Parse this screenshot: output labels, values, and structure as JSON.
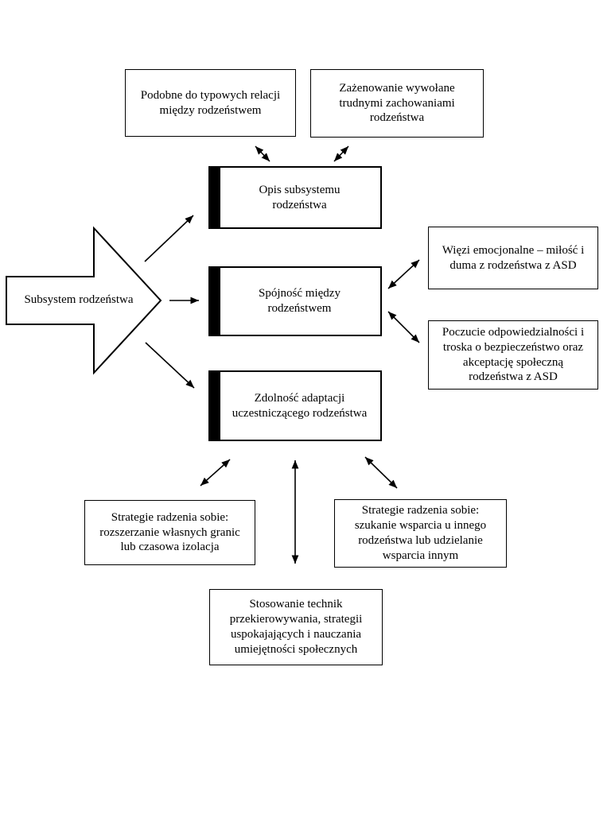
{
  "diagram": {
    "source": {
      "label": "Subsystem rodzeństwa"
    },
    "top_boxes": [
      {
        "label": "Podobne do typowych relacji\nmiędzy rodzeństwem"
      },
      {
        "label": "Zażenowanie wywołane\ntrudnymi zachowaniami\nrodzeństwa"
      }
    ],
    "center_boxes": [
      {
        "label": "Opis subsystemu\nrodzeństwa"
      },
      {
        "label": "Spójność między\nrodzeństwem"
      },
      {
        "label": "Zdolność adaptacji\nuczestniczącego rodzeństwa"
      }
    ],
    "right_boxes": [
      {
        "label": "Więzi emocjonalne – miłość i\nduma z rodzeństwa z ASD"
      },
      {
        "label": "Poczucie odpowiedzialności i\ntroska o bezpieczeństwo oraz\nakceptację społeczną\nrodzeństwa z ASD"
      }
    ],
    "bottom_boxes": [
      {
        "label": "Strategie radzenia sobie:\nrozszerzanie własnych granic\nlub czasowa izolacja"
      },
      {
        "label": "Strategie radzenia sobie:\nszukanie wsparcia u innego\nrodzeństwa lub udzielanie\nwsparcia innym"
      },
      {
        "label": "Stosowanie technik\nprzekierowywania, strategii\nuspokajających i nauczania\numiejętności społecznych"
      }
    ],
    "colors": {
      "line": "#000000",
      "box_background": "#ffffff",
      "accent_bar": "#000000",
      "page_background": "#ffffff"
    }
  }
}
